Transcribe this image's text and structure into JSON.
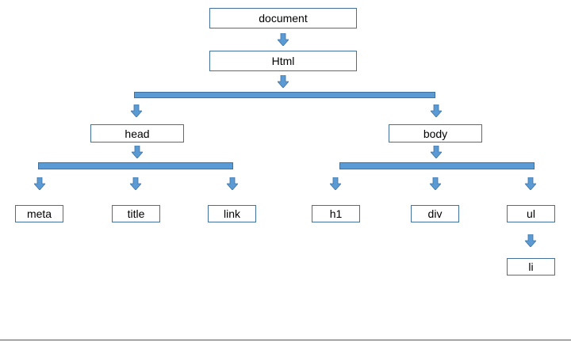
{
  "nodes": {
    "document": "document",
    "html": "Html",
    "head": "head",
    "body": "body",
    "meta": "meta",
    "title": "title",
    "link": "link",
    "h1": "h1",
    "div": "div",
    "ul": "ul",
    "li": "li"
  },
  "colors": {
    "connector_fill": "#5b9bd5",
    "connector_border": "#41719c",
    "node_border": "#41719c"
  },
  "icons": {
    "arrow": "down-arrow-icon"
  }
}
